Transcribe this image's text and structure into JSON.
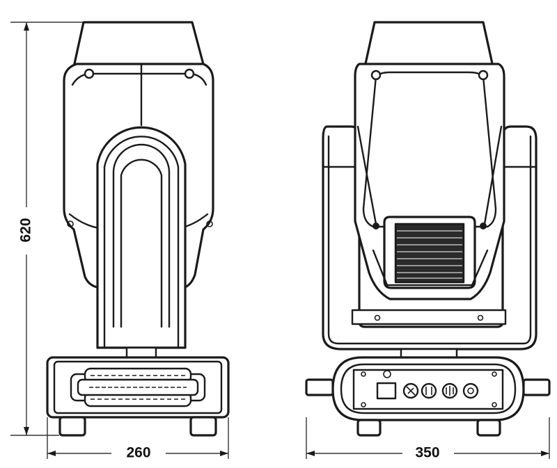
{
  "dimensions": {
    "height": "620",
    "side_width": "260",
    "front_width": "350"
  }
}
